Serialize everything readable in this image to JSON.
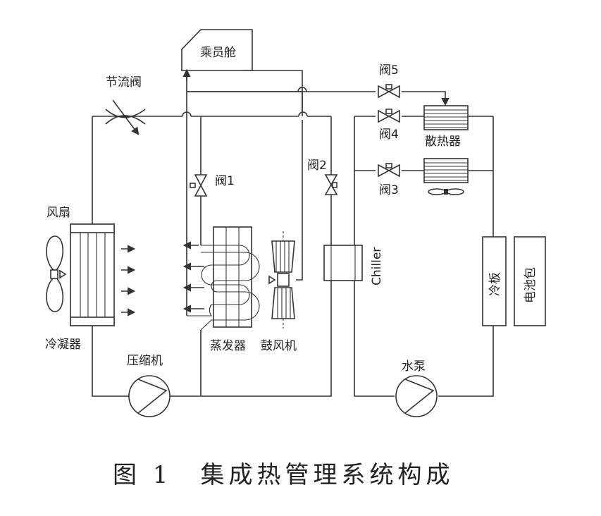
{
  "labels": {
    "cabin": "乘员舱",
    "throttle_valve": "节流阀",
    "valve5": "阀5",
    "valve4": "阀4",
    "valve3": "阀3",
    "valve2": "阀2",
    "valve1": "阀1",
    "radiator": "散热器",
    "fan": "风扇",
    "condenser": "冷凝器",
    "compressor": "压缩机",
    "evaporator": "蒸发器",
    "blower": "鼓风机",
    "chiller": "Chiller",
    "cold_plate": "冷板",
    "battery_pack": "电池包",
    "water_pump": "水泵"
  },
  "caption": "图 1　集成热管理系统构成"
}
